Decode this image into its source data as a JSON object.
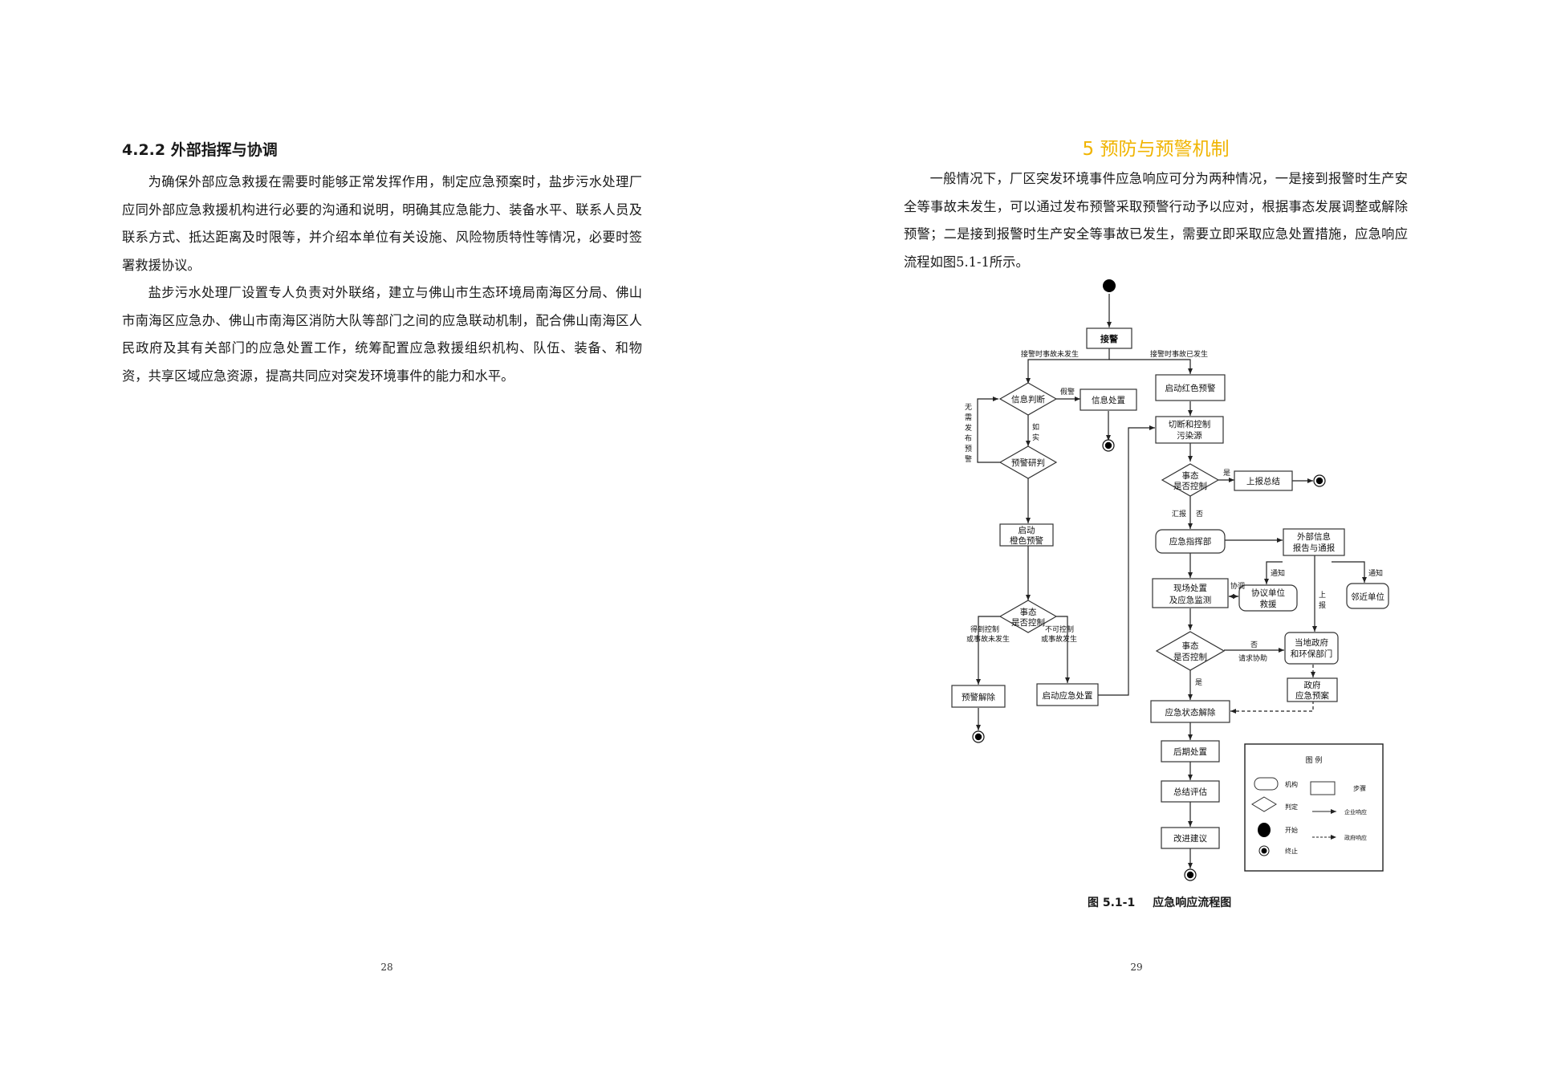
{
  "left_page": {
    "heading": "4.2.2 外部指挥与协调",
    "paragraphs": [
      "为确保外部应急救援在需要时能够正常发挥作用，制定应急预案时，盐步污水处理厂应同外部应急救援机构进行必要的沟通和说明，明确其应急能力、装备水平、联系人员及联系方式、抵达距离及时限等，并介绍本单位有关设施、风险物质特性等情况，必要时签署救援协议。",
      "盐步污水处理厂设置专人负责对外联络，建立与佛山市生态环境局南海区分局、佛山市南海区应急办、佛山市南海区消防大队等部门之间的应急联动机制，配合佛山南海区人民政府及其有关部门的应急处置工作，统筹配置应急救援组织机构、队伍、装备、和物资，共享区域应急资源，提高共同应对突发环境事件的能力和水平。"
    ],
    "page_number": "28"
  },
  "right_page": {
    "heading": "5 预防与预警机制",
    "paragraph": "一般情况下，厂区突发环境事件应急响应可分为两种情况，一是接到报警时生产安全等事故未发生，可以通过发布预警采取预警行动予以应对，根据事态发展调整或解除预警；二是接到报警时生产安全等事故已发生，需要立即采取应急处置措施，应急响应流程如图5.1-1所示。",
    "page_number": "29",
    "figure_caption": {
      "number": "图 5.1-1",
      "title": "应急响应流程图"
    }
  },
  "flowchart": {
    "nodes": {
      "jiejing": "接警",
      "xinxi_panduan": "信息判断",
      "xinxi_chuzhi": "信息处置",
      "yujing_yanpan": "预警研判",
      "qidong_chengse_1": "启动",
      "qidong_chengse_2": "橙色预警",
      "shitai_1_a": "事态",
      "shitai_1_b": "是否控制",
      "yujing_jiechu": "预警解除",
      "qidong_yingji": "启动应急处置",
      "qidong_hongse": "启动红色预警",
      "qieduan_1": "切断和控制",
      "qieduan_2": "污染源",
      "shitai_2_a": "事态",
      "shitai_2_b": "是否控制",
      "shangbao": "上报总结",
      "zhihuibu": "应急指挥部",
      "waibu_1": "外部信息",
      "waibu_2": "报告与通报",
      "xianchang_1": "现场处置",
      "xianchang_2": "及应急监测",
      "xieyi_1": "协议单位",
      "xieyi_2": "救援",
      "linjin": "邻近单位",
      "shitai_3_a": "事态",
      "shitai_3_b": "是否控制",
      "dangdi_1": "当地政府",
      "dangdi_2": "和环保部门",
      "zhengfu_1": "政府",
      "zhengfu_2": "应急预案",
      "zhuangtai_jiechu": "应急状态解除",
      "houqi": "后期处置",
      "zongjie": "总结评估",
      "gaijin": "改进建议"
    },
    "labels": {
      "not_occurred": "接警时事故未发生",
      "occurred": "接警时事故已发生",
      "false_alarm": "假警",
      "no_need_1": "无",
      "no_need_2": "需",
      "no_need_3": "发",
      "no_need_4": "布",
      "no_need_5": "预",
      "no_need_6": "警",
      "true_1": "如",
      "true_2": "实",
      "controlled_1": "得到控制",
      "controlled_2": "或事故未发生",
      "uncontrolled_1": "不可控制",
      "uncontrolled_2": "或事故发生",
      "yes_1": "是",
      "report": "汇报",
      "no_1": "否",
      "coordinate": "协调",
      "notify_1": "通知",
      "notify_2": "通知",
      "upreport_1": "上",
      "upreport_2": "报",
      "no_2": "否",
      "request_help": "请求协助",
      "yes_2": "是"
    },
    "legend": {
      "title": "图 例",
      "org": "机构",
      "step": "步骤",
      "decision": "判定",
      "enterprise": "企业响应",
      "start": "开始",
      "government": "政府响应",
      "end": "终止"
    }
  }
}
